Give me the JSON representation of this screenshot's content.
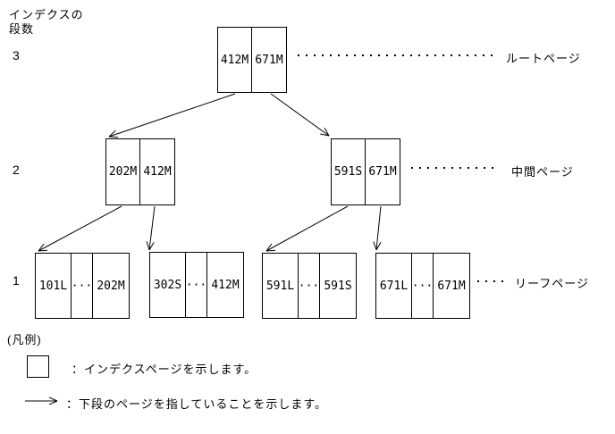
{
  "colors": {
    "ink": "#000000",
    "background": "#ffffff"
  },
  "header": {
    "title_line1": "インデクスの",
    "title_line2": "段数"
  },
  "levels": [
    {
      "number": "3",
      "label": "ルートページ"
    },
    {
      "number": "2",
      "label": "中間ページ"
    },
    {
      "number": "1",
      "label": "リーフページ"
    }
  ],
  "nodes": {
    "root": {
      "cells": [
        "412M",
        "671M"
      ]
    },
    "mid_left": {
      "cells": [
        "202M",
        "412M"
      ]
    },
    "mid_right": {
      "cells": [
        "591S",
        "671M"
      ]
    },
    "leaf_1": {
      "cells": [
        "101L",
        "···",
        "202M"
      ]
    },
    "leaf_2": {
      "cells": [
        "302S",
        "···",
        "412M"
      ]
    },
    "leaf_3": {
      "cells": [
        "591L",
        "···",
        "591S"
      ]
    },
    "leaf_4": {
      "cells": [
        "671L",
        "···",
        "671M"
      ]
    }
  },
  "legend": {
    "title": "(凡例)",
    "box_item": "：インデクスページを示します。",
    "arrow_item": "：下段のページを指していることを示します。"
  }
}
